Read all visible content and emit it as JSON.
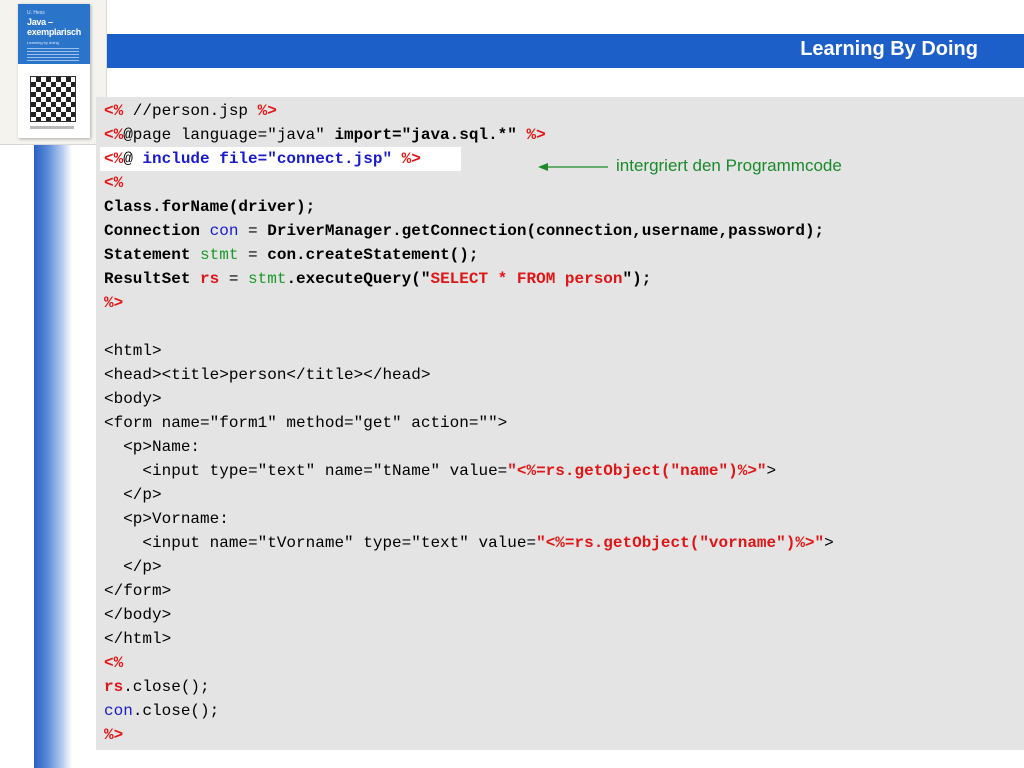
{
  "header": {
    "title": "Learning By Doing"
  },
  "book": {
    "author": "U. Hess",
    "title_line1": "Java –",
    "title_line2": "exemplarisch",
    "subtitle": "Learning by doing"
  },
  "annotation": {
    "text": "intergriert den Programmcode"
  },
  "code": {
    "l1_open": "<%",
    "l1_comment": " //person.jsp ",
    "l1_close": "%>",
    "l2_open": "<%",
    "l2_directive": "@page language=\"java\" ",
    "l2_import": "import=\"java.sql.*\" ",
    "l2_close": "%>",
    "l3_open": "<%",
    "l3_at": "@ ",
    "l3_include": "include file=\"connect.jsp\" ",
    "l3_close": "%>",
    "l4": "<%",
    "l5": "Class.forName(driver);",
    "l6_a": "Connection ",
    "l6_var": "con",
    "l6_eq": " = ",
    "l6_b": "DriverManager.getConnection(connection,username,password);",
    "l7_a": "Statement ",
    "l7_var": "stmt",
    "l7_eq": " = ",
    "l7_b": "con.createStatement();",
    "l8_a": "ResultSet ",
    "l8_var": "rs",
    "l8_eq": " = ",
    "l8_var2": "stmt",
    "l8_b": ".executeQuery(\"",
    "l8_sql": "SELECT * FROM person",
    "l8_c": "\");",
    "l9": "%>",
    "l11": "<html>",
    "l12": "<head><title>person</title></head>",
    "l13": "<body>",
    "l14": "<form name=\"form1\" method=\"get\" action=\"\">",
    "l15": "  <p>Name:",
    "l16_a": "    <input type=\"text\" name=\"tName\" value=",
    "l16_q": "\"",
    "l16_expr": "<%=rs.getObject(\"name\")",
    "l16_close": "%>",
    "l16_q2": "\"",
    "l16_end": ">",
    "l17": "  </p>",
    "l18": "  <p>Vorname:",
    "l19_a": "    <input name=\"tVorname\" type=\"text\" value=",
    "l19_q": "\"",
    "l19_expr": "<%=rs.getObject(\"vorname\")",
    "l19_close": "%>",
    "l19_q2": "\"",
    "l19_end": ">",
    "l20": "  </p>",
    "l21": "</form>",
    "l22": "</body>",
    "l23": "</html>",
    "l24": "<%",
    "l25_var": "rs",
    "l25_b": ".close();",
    "l26_var": "con",
    "l26_b": ".close();",
    "l27": "%>"
  },
  "colors": {
    "header_blue": "#1d5fc8",
    "code_red": "#e01515",
    "code_blue": "#1a1acd",
    "code_green": "#1a9a2a",
    "annotation_green": "#1a8a2a",
    "panel_gray": "#e4e4e4"
  }
}
